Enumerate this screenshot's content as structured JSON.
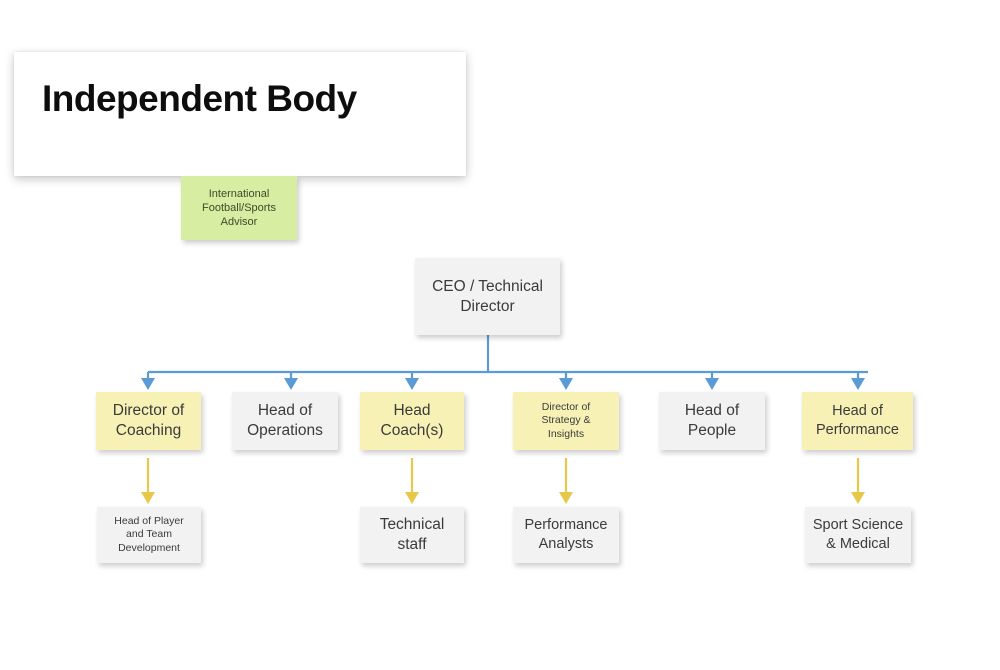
{
  "title": {
    "text": "Independent Body"
  },
  "colors": {
    "gray_box": "#f2f2f2",
    "yellow_box": "#f7f1b5",
    "green_box": "#d6eda2",
    "blue_connector": "#5b9bd5",
    "yellow_connector": "#e8c84a",
    "title_text": "#0d0d0d",
    "node_text": "#3b3b3b"
  },
  "nodes": {
    "advisor": {
      "label": "International Football/Sports Advisor"
    },
    "ceo": {
      "label": "CEO / Technical Director"
    },
    "level2": [
      {
        "label": "Director of Coaching"
      },
      {
        "label": "Head of Operations"
      },
      {
        "label": "Head Coach(s)"
      },
      {
        "label": "Director of Strategy & Insights"
      },
      {
        "label": "Head of People"
      },
      {
        "label": "Head of Performance"
      }
    ],
    "level3": [
      {
        "label": "Head of Player and Team Development"
      },
      {
        "label": "Technical staff"
      },
      {
        "label": "Performance Analysts"
      },
      {
        "label": "Sport Science & Medical"
      }
    ]
  },
  "lines": {
    "advisor_l1": "International",
    "advisor_l2": "Football/Sports",
    "advisor_l3": "Advisor",
    "ceo_l1": "CEO / Technical",
    "ceo_l2": "Director",
    "n1_l1": "Director of",
    "n1_l2": "Coaching",
    "n2_l1": "Head of",
    "n2_l2": "Operations",
    "n3_l1": "Head",
    "n3_l2": "Coach(s)",
    "n4_l1": "Director of",
    "n4_l2": "Strategy &",
    "n4_l3": "Insights",
    "n5_l1": "Head of",
    "n5_l2": "People",
    "n6_l1": "Head of",
    "n6_l2": "Performance",
    "m1_l1": "Head of Player",
    "m1_l2": "and Team",
    "m1_l3": "Development",
    "m2_l1": "Technical",
    "m2_l2": "staff",
    "m3_l1": "Performance",
    "m3_l2": "Analysts",
    "m4_l1": "Sport Science",
    "m4_l2": "& Medical"
  }
}
